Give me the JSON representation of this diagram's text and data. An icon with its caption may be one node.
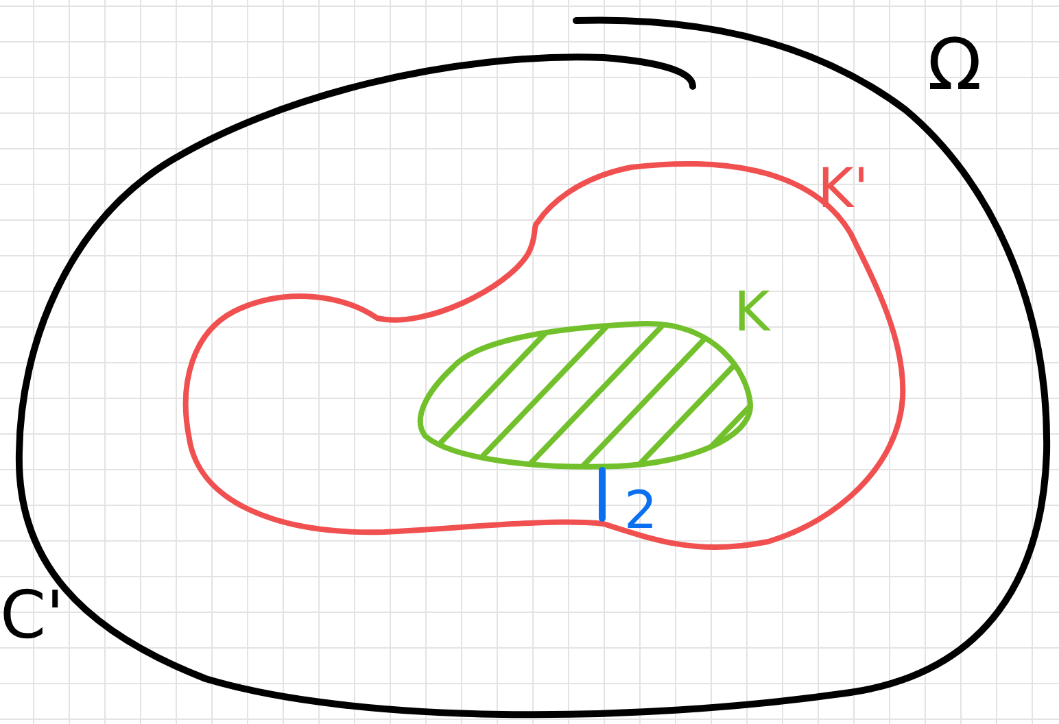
{
  "diagram": {
    "nodes": [
      {
        "text": [
          "Ω"
        ]
      },
      {
        "text": [
          "K'"
        ],
        "in": 0
      },
      {
        "text": [
          "K"
        ],
        "in": 1
      }
    ],
    "labels": [
      "2",
      "C'"
    ]
  }
}
